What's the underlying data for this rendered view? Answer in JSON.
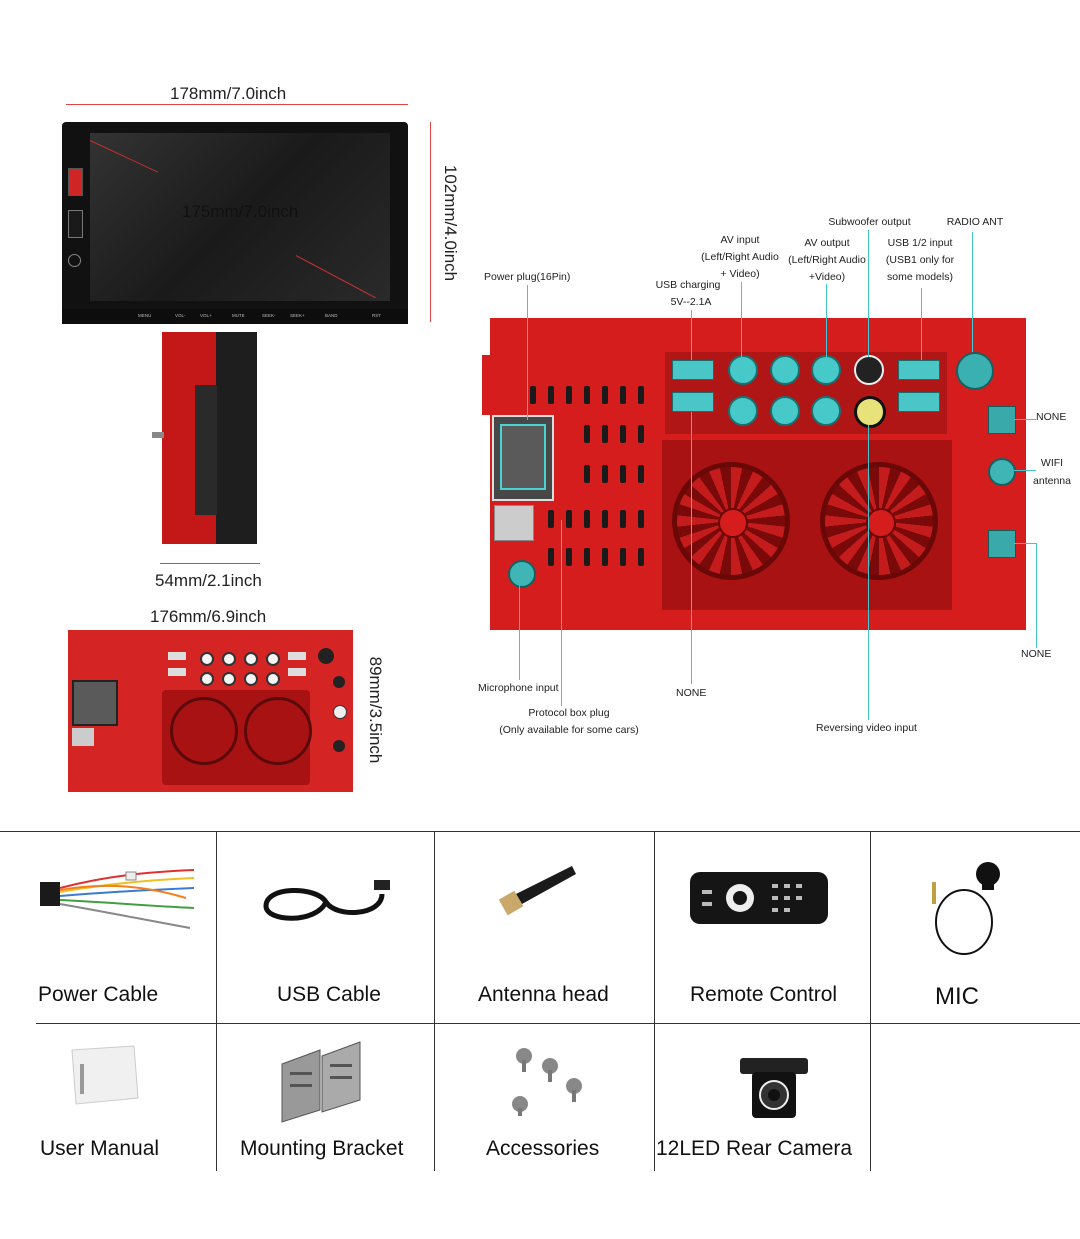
{
  "dimensions": {
    "width_top": "178mm/7.0inch",
    "screen": "175mm/7.0inch",
    "height_right": "102mm/4.0inch",
    "depth": "54mm/2.1inch",
    "width_back": "176mm/6.9inch",
    "height_back": "89mm/3.5inch"
  },
  "front_buttons": [
    "MENU",
    "VOL-",
    "VOL+",
    "MUTE",
    "SEEK-",
    "SEEK+",
    "BAND",
    "RST"
  ],
  "back_labels": {
    "power_plug": "Power plug(16Pin)",
    "usb_charging": [
      "USB charging",
      "5V--2.1A"
    ],
    "av_input": [
      "AV input",
      "(Left/Right Audio",
      "+ Video)"
    ],
    "av_output": [
      "AV output",
      "(Left/Right Audio",
      "+Video)"
    ],
    "subwoofer": "Subwoofer output",
    "usb_input": [
      "USB 1/2 input",
      "(USB1 only for",
      "some models)"
    ],
    "radio_ant": "RADIO ANT",
    "none_1": "NONE",
    "wifi": [
      "WIFI",
      "antenna"
    ],
    "none_2": "NONE",
    "microphone": "Microphone input",
    "protocol": [
      "Protocol box plug",
      "(Only available for some cars)"
    ],
    "none_3": "NONE",
    "reversing": "Reversing video input"
  },
  "accessories_row1": [
    "Power Cable",
    "USB Cable",
    "Antenna head",
    "Remote Control",
    "MIC"
  ],
  "accessories_row2": [
    "User Manual",
    "Mounting Bracket",
    "Accessories",
    "12LED Rear Camera"
  ],
  "colors": {
    "unit_red": "#d61d1d",
    "port_cyan": "#47c9c9",
    "callout_line": "#3fc6cf",
    "dimension_line": "#e04444"
  }
}
